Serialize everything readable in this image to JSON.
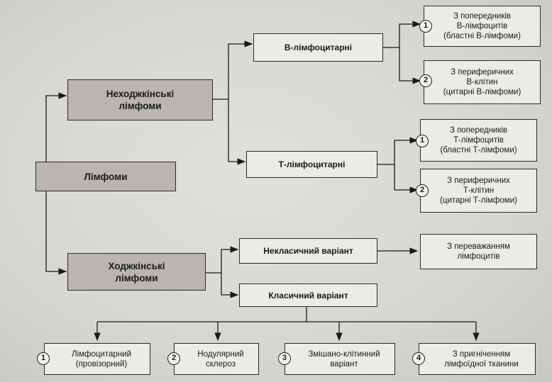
{
  "root": {
    "label": "Лімфоми"
  },
  "groups": [
    {
      "label": "Неходжкінські\nлімфоми"
    },
    {
      "label": "Ходжкінські\nлімфоми"
    }
  ],
  "nonhodgkin": [
    {
      "label": "В-лімфоцитарні",
      "items": [
        {
          "num": "1",
          "text": "З попередників\nВ-лімфоцитів\n(бластні В-лімфоми)"
        },
        {
          "num": "2",
          "text": "З периферичних\nВ-клітин\n(цитарні В-лімфоми)"
        }
      ]
    },
    {
      "label": "Т-лімфоцитарні",
      "items": [
        {
          "num": "1",
          "text": "З попередників\nТ-лімфоцитів\n(бластні Т-лімфоми)"
        },
        {
          "num": "2",
          "text": "З периферичних\nТ-клітин\n(цитарні Т-лімфоми)"
        }
      ]
    }
  ],
  "hodgkin": {
    "nonclassical": {
      "label": "Некласичний варіант",
      "result": "З переважанням\nлімфоцитів"
    },
    "classical": {
      "label": "Класичний варіант",
      "items": [
        {
          "num": "1",
          "text": "Лімфоцитарний\n(провізорний)"
        },
        {
          "num": "2",
          "text": "Нодулярний\nсклероз"
        },
        {
          "num": "3",
          "text": "Змішано-клітинний\nваріант"
        },
        {
          "num": "4",
          "text": "З пригніченням\nлімфоїдної тканини"
        }
      ]
    }
  }
}
